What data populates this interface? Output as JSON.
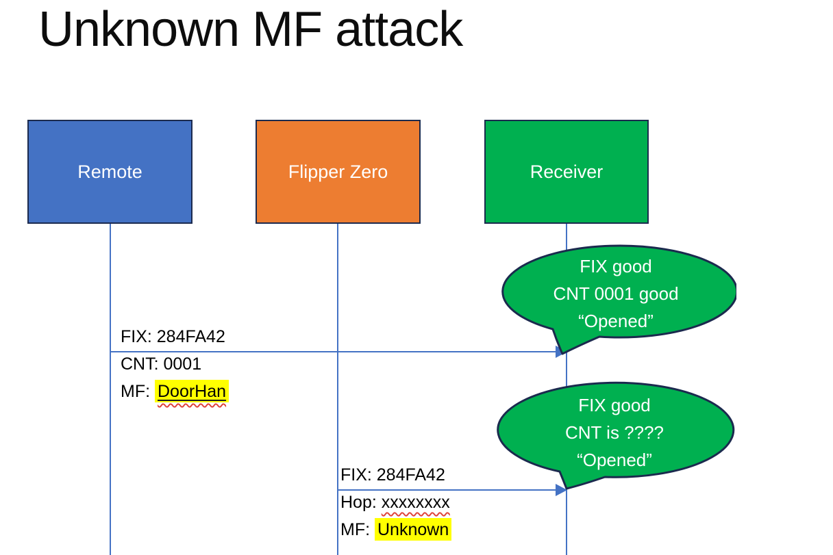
{
  "title": "Unknown MF attack",
  "actors": [
    {
      "id": "remote",
      "label": "Remote"
    },
    {
      "id": "flipper-zero",
      "label": "Flipper Zero"
    },
    {
      "id": "receiver",
      "label": "Receiver"
    }
  ],
  "messages": [
    {
      "from": "remote",
      "to": "receiver",
      "lines": [
        {
          "text": "FIX: 284FA42"
        },
        {
          "text": "CNT: 0001"
        },
        {
          "prefix": "MF: ",
          "value": "DoorHan",
          "highlight": true,
          "underline": true,
          "spellcheck_wavy": true
        }
      ]
    },
    {
      "from": "flipper-zero",
      "to": "receiver",
      "lines": [
        {
          "text": "FIX: 284FA42"
        },
        {
          "prefix": "Hop: ",
          "value": "xxxxxxxx",
          "spellcheck_wavy": true
        },
        {
          "prefix": "MF: ",
          "value": "Unknown",
          "highlight": true
        }
      ]
    }
  ],
  "bubbles": [
    {
      "speaker": "receiver",
      "lines": [
        "FIX good",
        "CNT 0001 good",
        "“Opened”"
      ]
    },
    {
      "speaker": "receiver",
      "lines": [
        "FIX good",
        "CNT is ????",
        "“Opened”"
      ]
    }
  ],
  "colors": {
    "remote_fill": "#4472C4",
    "flipper_fill": "#ED7D31",
    "receiver_fill": "#00B050",
    "bubble_fill": "#00B050",
    "shape_border": "#1B2A4E",
    "line_blue": "#4472C4",
    "highlight_yellow": "#FFFF00",
    "wavy_red": "#E0443A",
    "message_text": "#000000",
    "bubble_text": "#FFFFFF"
  }
}
